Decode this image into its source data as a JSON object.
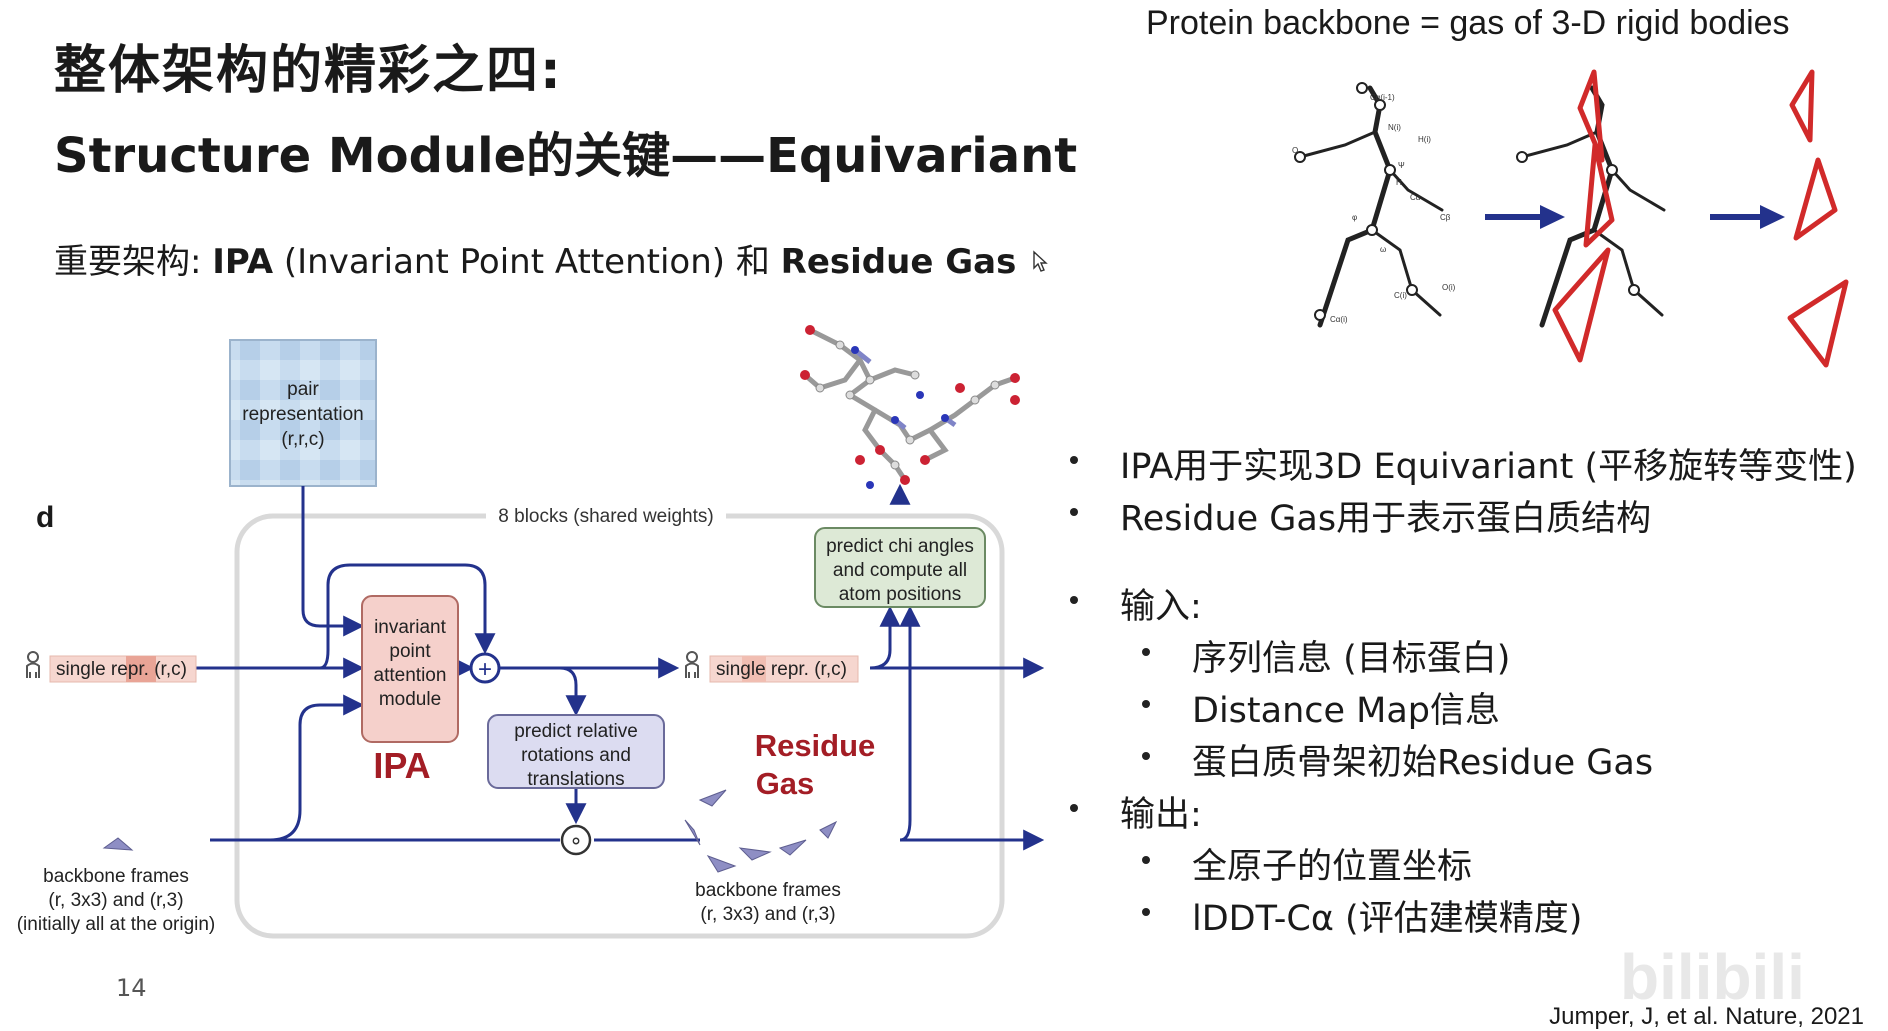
{
  "slide": {
    "title_cn": "整体架构的精彩之四:",
    "title_en": "Structure Module的关键——Equivariant",
    "subtitle_prefix": "重要架构:",
    "subtitle_ipa": "IPA",
    "subtitle_middle": "(Invariant Point Attention) 和",
    "subtitle_gas": "Residue Gas",
    "page_number": "14",
    "watermark": "bilibili"
  },
  "reference": {
    "title": "Protein backbone = gas of 3-D rigid bodies",
    "citation": "Jumper, J, et al. Nature, 2021",
    "atom_labels": [
      "Cα(i-1)",
      "N(i)",
      "H(i)",
      "O",
      "Ψ",
      "H",
      "Cα",
      "Cβ",
      "φ",
      "ω",
      "C(i)",
      "O(i)",
      "Cα(i)"
    ]
  },
  "diagram": {
    "panel_label": "d",
    "pair_repr": [
      "pair",
      "representation",
      "(r,r,c)"
    ],
    "blocks_label": "8 blocks (shared weights)",
    "single_repr_in": "single repr. (r,c)",
    "single_repr_out": "single repr. (r,c)",
    "ipa_module": [
      "invariant",
      "point",
      "attention",
      "module"
    ],
    "ipa_label": "IPA",
    "plus": "+",
    "compose": "∘",
    "predict_rel": [
      "predict relative",
      "rotations and",
      "translations"
    ],
    "predict_chi": [
      "predict chi angles",
      "and compute all",
      "atom positions"
    ],
    "residue_gas": [
      "Residue",
      "Gas"
    ],
    "backbone_in": [
      "backbone frames",
      "(r, 3x3) and (r,3)",
      "(initially all at the origin)"
    ],
    "backbone_out": [
      "backbone frames",
      "(r, 3x3) and (r,3)"
    ]
  },
  "bullets": [
    {
      "level": 1,
      "text": "IPA用于实现3D Equivariant (平移旋转等变性)"
    },
    {
      "level": 1,
      "text": "Residue Gas用于表示蛋白质结构"
    },
    {
      "level": 1,
      "text": "输入:"
    },
    {
      "level": 2,
      "text": "序列信息 (目标蛋白)"
    },
    {
      "level": 2,
      "text": "Distance Map信息"
    },
    {
      "level": 2,
      "text": "蛋白质骨架初始Residue Gas"
    },
    {
      "level": 1,
      "text": "输出:"
    },
    {
      "level": 2,
      "text": "全原子的位置坐标"
    },
    {
      "level": 2,
      "text": "lDDT-Cα (评估建模精度)"
    }
  ],
  "colors": {
    "arrow_blue": "#23328c",
    "ipa_red": "#a31d25",
    "triangle_red": "#d12a2a"
  }
}
